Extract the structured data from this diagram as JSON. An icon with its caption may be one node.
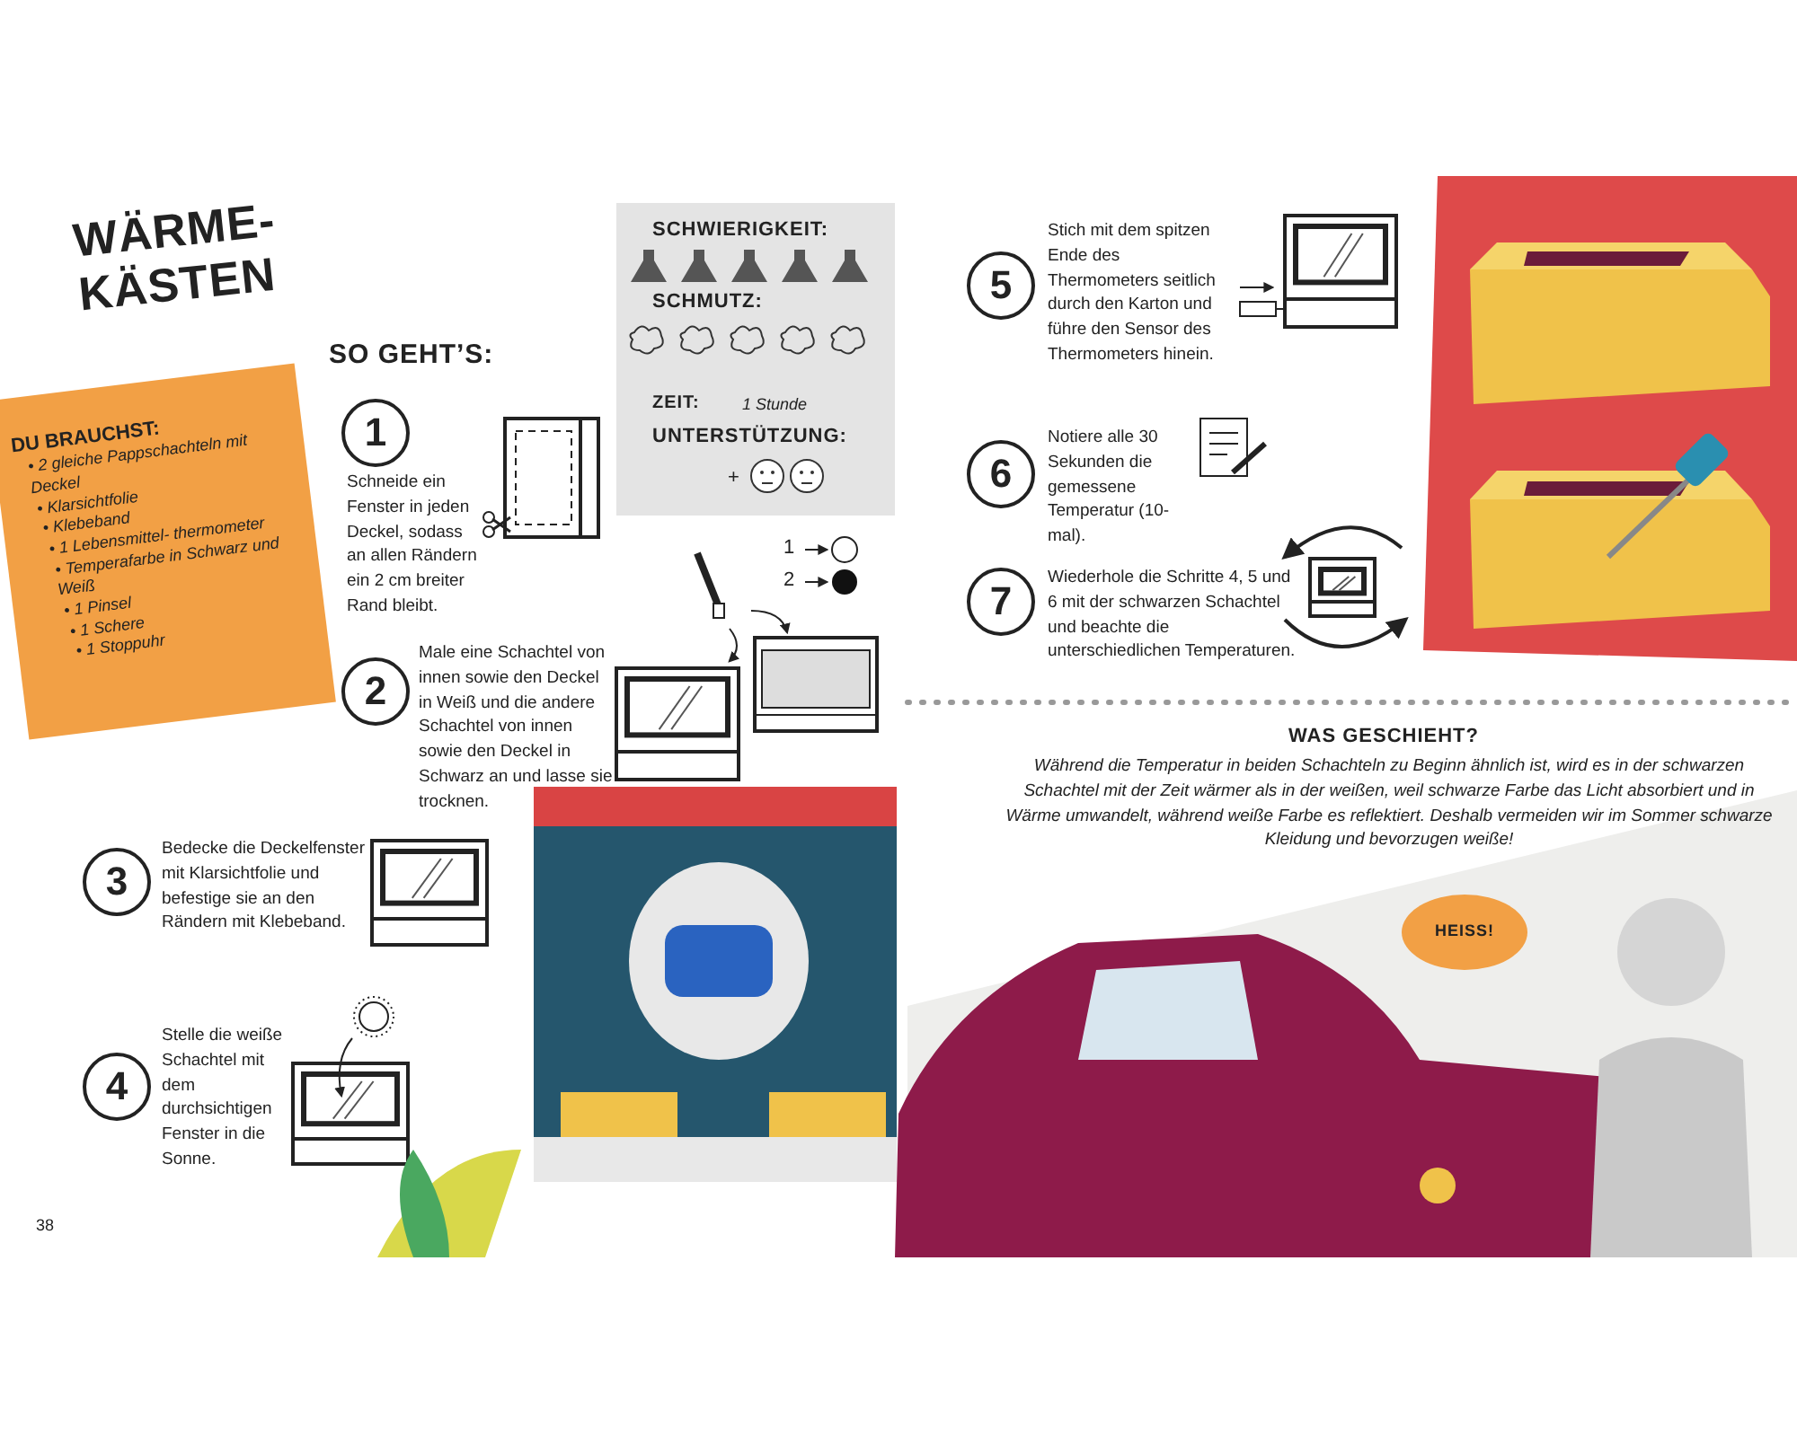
{
  "diagram": {
    "title": "WÄRME- KÄSTEN",
    "nodes": [
      {
        "text": [
          "DU BRAUCHST:",
          "• 2 gleiche Pappschachteln mit Deckel",
          "• Klarsichtfolie",
          "• Klebeband",
          "• 1 Lebensmittel- thermometer",
          "• Temperafarbe in Schwarz und Weiß",
          "• 1 Pinsel",
          "• 1 Schere",
          "• 1 Stoppuhr"
        ]
      },
      {
        "text": [
          "SCHWIERIGKEIT:",
          "SCHMUTZ:",
          "ZEIT:",
          "1 Stunde",
          "UNTERSTÜTZUNG:",
          "+"
        ]
      },
      {
        "text": [
          "1"
        ],
        "beside": [
          "Schneide ein Fenster in jeden Deckel, sodass an allen Rändern ein 2 cm breiter Rand bleibt."
        ]
      },
      {
        "text": [
          "2"
        ],
        "beside": [
          "Male eine Schachtel von innen sowie den Deckel in Weiß und die andere Schachtel von innen sowie den Deckel in Schwarz an und lasse sie trocknen."
        ]
      },
      {
        "text": [
          "3"
        ],
        "beside": [
          "Bedecke die Deckelfenster mit Klarsichtfolie und befestige sie an den Rändern mit Klebeband."
        ]
      },
      {
        "text": [
          "4"
        ],
        "beside": [
          "Stelle die weiße Schachtel mit dem durchsichtigen Fenster in die Sonne."
        ]
      },
      {
        "text": [
          "5"
        ],
        "beside": [
          "Stich mit dem spitzen Ende des Thermometers seitlich durch den Karton und führe den Sensor des Thermometers hinein."
        ]
      },
      {
        "text": [
          "6"
        ],
        "beside": [
          "Notiere alle 30 Sekunden die gemessene Temperatur (10-mal)."
        ]
      },
      {
        "text": [
          "7"
        ],
        "beside": [
          "Wiederhole die Schritte 4, 5 und 6 mit der schwarzen Schachtel und beachte die unterschiedlichen Temperaturen."
        ]
      },
      {
        "text": [
          "HEISS!"
        ]
      }
    ],
    "labels": [
      "SO GEHT’S:",
      "1",
      "2",
      "WAS GESCHIEHT?",
      "Während die Temperatur in beiden Schachteln zu Beginn ähnlich ist, wird es in der schwarzen Schachtel mit der Zeit wärmer als in der weißen, weil schwarze Farbe das Licht absorbiert und in Wärme umwandelt, während weiße Farbe es reflektiert. Deshalb vermeiden wir im Sommer schwarze Kleidung und bevorzugen weiße!",
      "38"
    ]
  }
}
